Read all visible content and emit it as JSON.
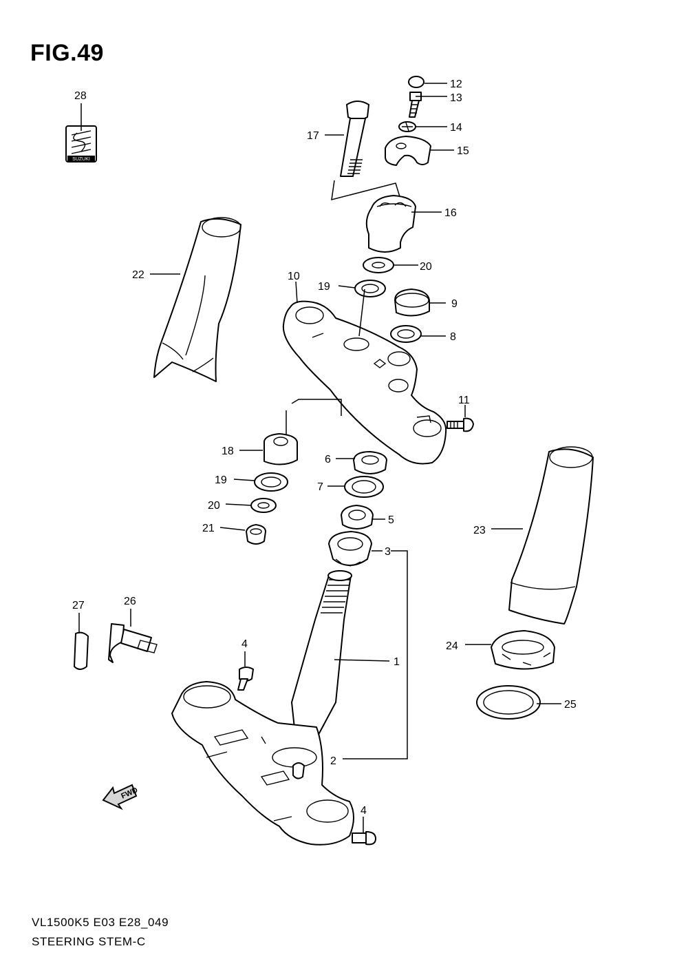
{
  "figure_title": "FIG.49",
  "footer": {
    "model_code": "VL1500K5 E03 E28_049",
    "section_name": "STEERING STEM-C"
  },
  "emblem_text": "SUZUKI",
  "fwd_text": "FWD",
  "callouts": [
    "1",
    "2",
    "3",
    "4",
    "4",
    "5",
    "6",
    "7",
    "8",
    "9",
    "10",
    "11",
    "12",
    "13",
    "14",
    "15",
    "16",
    "17",
    "18",
    "19",
    "19",
    "20",
    "20",
    "21",
    "22",
    "23",
    "24",
    "25",
    "26",
    "27",
    "28"
  ]
}
